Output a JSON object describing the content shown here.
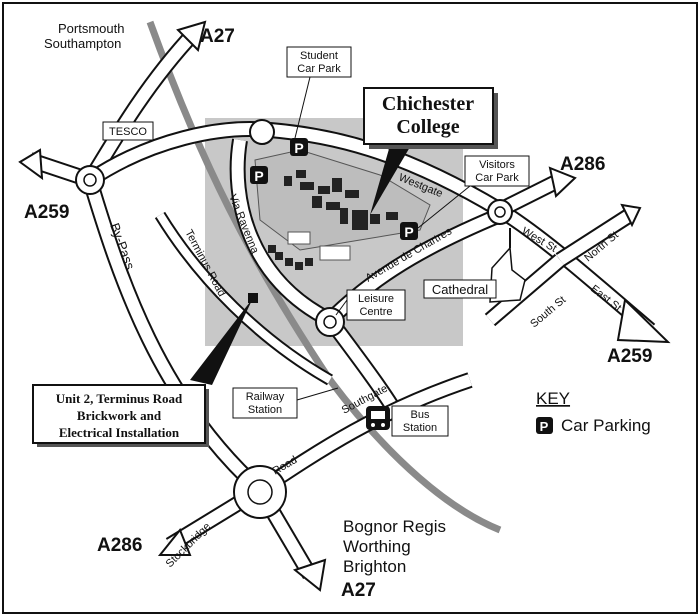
{
  "map": {
    "title": "Chichester College",
    "roads": {
      "a27_north": "A27",
      "a27_south": "A27",
      "a259_west": "A259",
      "a259_east": "A259",
      "a286_east": "A286",
      "a286_west": "A286"
    },
    "destinations": {
      "north_1": "Portsmouth",
      "north_2": "Southampton",
      "south_1": "Bognor Regis",
      "south_2": "Worthing",
      "south_3": "Brighton"
    },
    "streets": {
      "bypass": "By-Pass",
      "terminus_road": "Terminus Road",
      "via_ravenna": "Via Ravenna",
      "westgate": "Westgate",
      "west_st": "West St",
      "north_st": "North St",
      "east_st": "East St",
      "south_st": "South St",
      "avenue_de_chartres": "Avenue de Chartres",
      "southgate": "Southgate",
      "stockbridge_road_1": "Stockbridge",
      "stockbridge_road_2": "Road"
    },
    "places": {
      "student_car_park_1": "Student",
      "student_car_park_2": "Car Park",
      "visitors_car_park_1": "Visitors",
      "visitors_car_park_2": "Car Park",
      "tesco": "TESCO",
      "cathedral": "Cathedral",
      "leisure_centre_1": "Leisure",
      "leisure_centre_2": "Centre",
      "railway_station_1": "Railway",
      "railway_station_2": "Station",
      "bus_station_1": "Bus",
      "bus_station_2": "Station",
      "unit2_line1": "Unit 2, Terminus Road",
      "unit2_line2": "Brickwork and",
      "unit2_line3": "Electrical Installation",
      "college_line1": "Chichester",
      "college_line2": "College"
    },
    "parking_symbol": "P",
    "key": {
      "heading": "KEY",
      "symbol": "P",
      "label": "Car Parking"
    }
  }
}
